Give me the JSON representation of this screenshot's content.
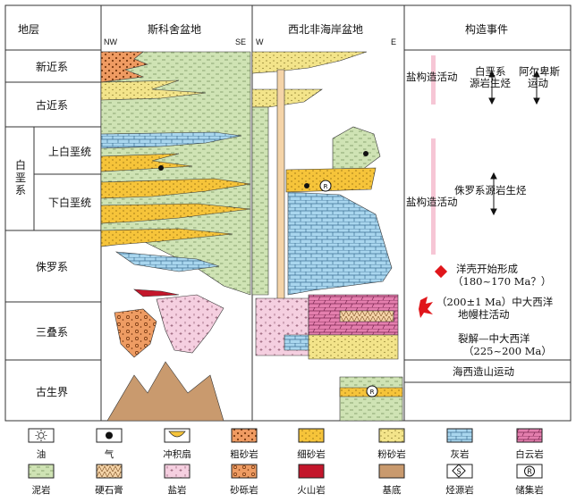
{
  "header": {
    "strata": "地层",
    "basin_scotian": "斯科舍盆地",
    "basin_nw_africa": "西北非海岸盆地",
    "tectonic_events": "构造事件",
    "nw": "NW",
    "se": "SE",
    "w": "W",
    "e": "E"
  },
  "strata": {
    "neogene": "新近系",
    "paleogene": "古近系",
    "upper_cretaceous": "上白垩统",
    "cretaceous": "白垩系",
    "lower_cretaceous": "下白垩统",
    "jurassic": "侏罗系",
    "triassic": "三叠系",
    "paleozoic": "古生界"
  },
  "events": {
    "salt_tectonics_1": "盐构造活动",
    "cretaceous_source_1": "白垩系",
    "cretaceous_source_2": "源岩生烃",
    "atlas_1": "阿尔卑斯",
    "atlas_2": "运动",
    "salt_tectonics_2": "盐构造活动",
    "jurassic_source": "侏罗系源岩生烃",
    "oceanic_crust_1": "洋壳开始形成",
    "oceanic_crust_2": "（180~170 Ma？）",
    "mantle_plume_1": "（200±1 Ma）中大西洋",
    "mantle_plume_2": "地幔柱活动",
    "rifting_1": "裂解—中大西洋",
    "rifting_2": "（225~200 Ma）",
    "hercynian": "海西造山运动"
  },
  "legend": [
    {
      "key": "oil",
      "label": "油"
    },
    {
      "key": "gas",
      "label": "气"
    },
    {
      "key": "alluvial_fan",
      "label": "冲积扇"
    },
    {
      "key": "coarse_sandstone",
      "label": "粗砂岩"
    },
    {
      "key": "fine_sandstone",
      "label": "细砂岩"
    },
    {
      "key": "siltstone",
      "label": "粉砂岩"
    },
    {
      "key": "limestone",
      "label": "灰岩"
    },
    {
      "key": "dolomite",
      "label": "白云岩"
    },
    {
      "key": "mudstone",
      "label": "泥岩"
    },
    {
      "key": "anhydrite",
      "label": "硬石膏"
    },
    {
      "key": "salt",
      "label": "盐岩"
    },
    {
      "key": "conglomerate",
      "label": "砂砾岩"
    },
    {
      "key": "volcanic",
      "label": "火山岩"
    },
    {
      "key": "basement",
      "label": "基底"
    },
    {
      "key": "source_rock",
      "label": "烃源岩"
    },
    {
      "key": "reservoir",
      "label": "储集岩"
    }
  ],
  "colors": {
    "mudstone": "#cfe3b4",
    "fine_sandstone": "#f6c43a",
    "siltstone": "#f3e48a",
    "limestone": "#a9d6ee",
    "dolomite": "#e47fae",
    "coarse_sandstone": "#ef9b62",
    "salt": "#f5cfe0",
    "conglomerate": "#ee9c63",
    "volcanic": "#c3162b",
    "basement": "#c99a6e",
    "event_bar": "#f6c6d5",
    "marker": "#e0161b"
  },
  "icons": {
    "oil": "sun-icon",
    "gas": "dot-icon",
    "source_rock": "diamond-s-icon",
    "reservoir": "circle-r-icon"
  }
}
